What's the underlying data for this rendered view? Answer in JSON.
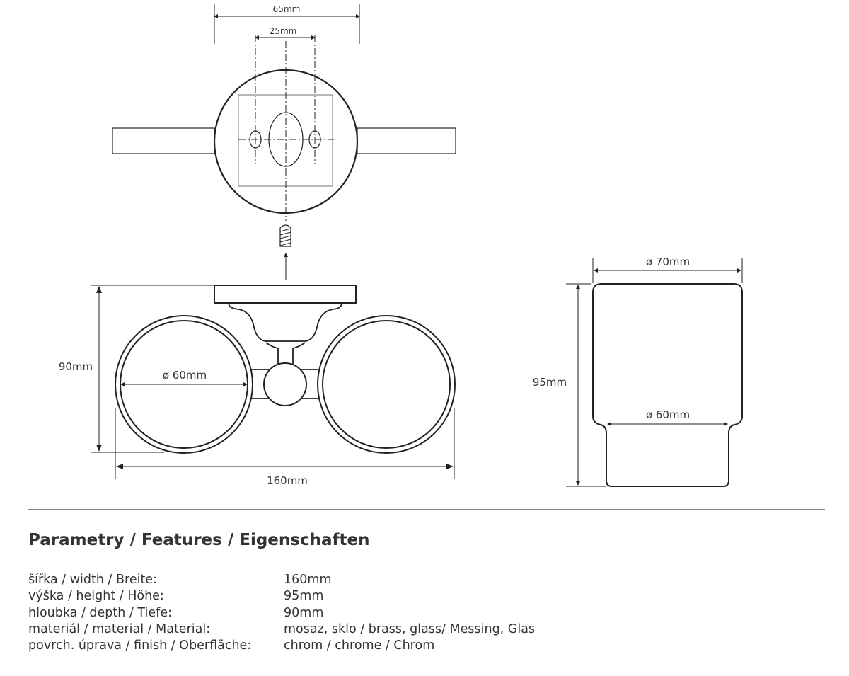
{
  "drawing": {
    "top_view": {
      "dim_outer": "65mm",
      "dim_holes": "25mm"
    },
    "front_view": {
      "dim_height": "90mm",
      "dim_width": "160mm",
      "dim_ring": "ø 60mm"
    },
    "cup_view": {
      "dim_top": "ø 70mm",
      "dim_height": "95mm",
      "dim_bottom": "ø 60mm"
    }
  },
  "features": {
    "title": "Parametry / Features / Eigenschaften",
    "rows": [
      {
        "label": "šířka / width / Breite:",
        "value": "160mm"
      },
      {
        "label": "výška / height / Höhe:",
        "value": "95mm"
      },
      {
        "label": "hloubka / depth / Tiefe:",
        "value": "90mm"
      },
      {
        "label": "materiál / material / Material:",
        "value": "mosaz, sklo / brass, glass/ Messing, Glas"
      },
      {
        "label": "povrch. úprava / finish / Oberfläche:",
        "value": "chrom / chrome / Chrom"
      }
    ]
  }
}
